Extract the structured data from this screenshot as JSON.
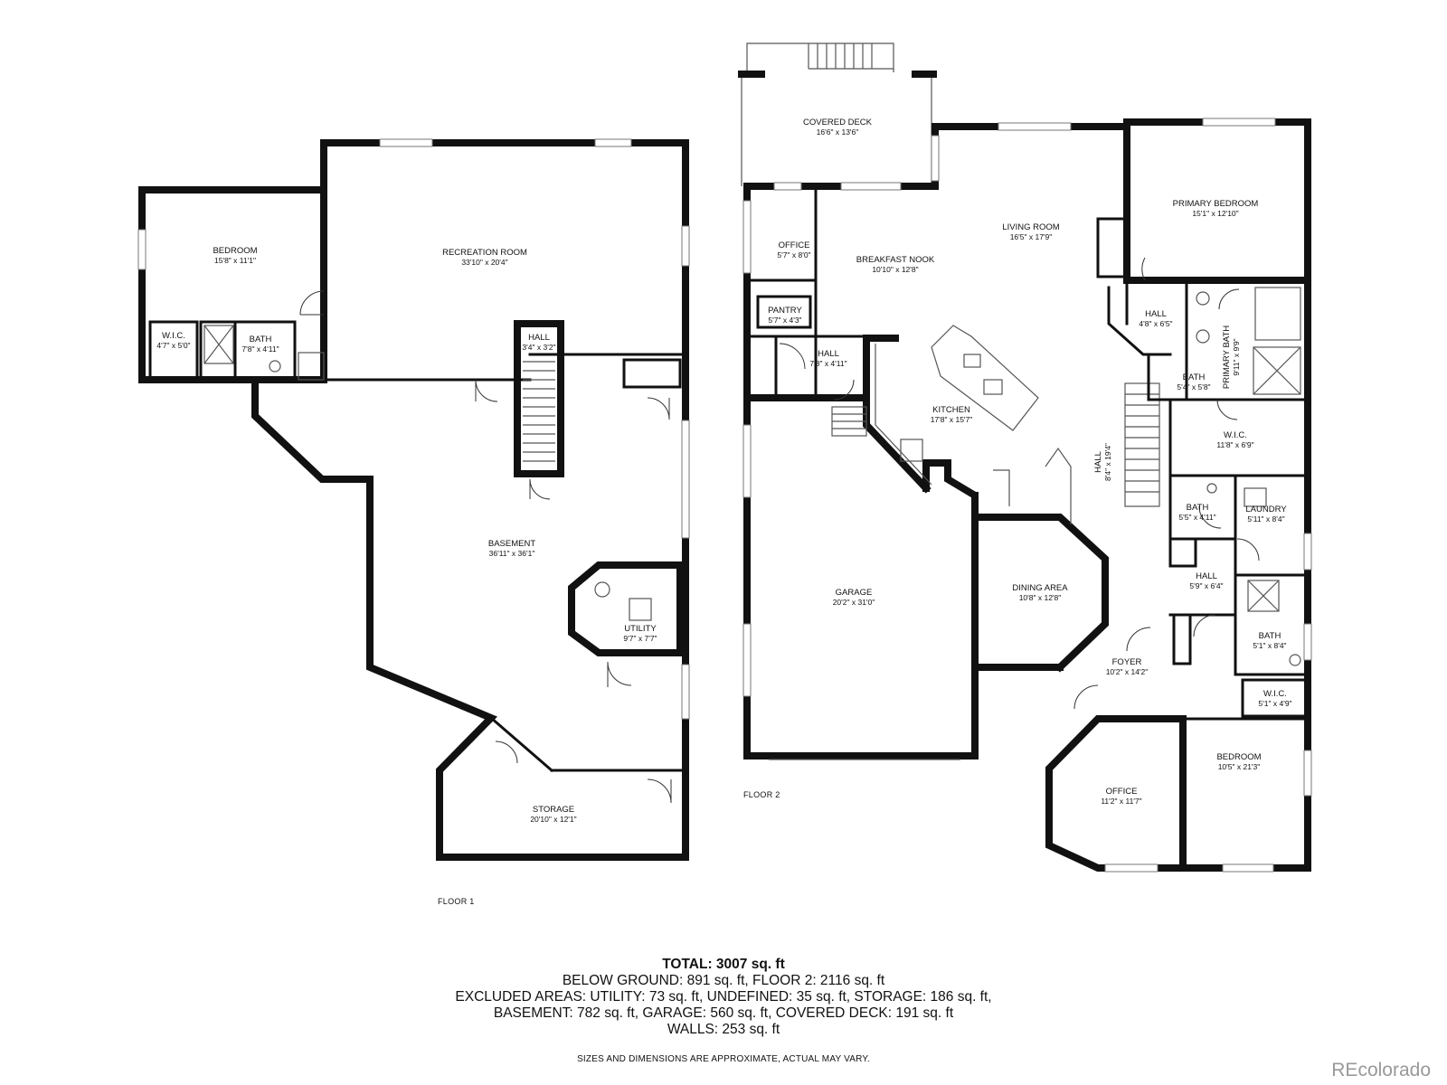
{
  "floor1": {
    "label": "FLOOR 1",
    "rooms": [
      {
        "name": "BEDROOM",
        "dims": "15'8\" x 11'1\""
      },
      {
        "name": "RECREATION ROOM",
        "dims": "33'10\" x 20'4\""
      },
      {
        "name": "W.I.C.",
        "dims": "4'7\" x 5'0\""
      },
      {
        "name": "BATH",
        "dims": "7'8\" x 4'11\""
      },
      {
        "name": "HALL",
        "dims": "3'4\" x 3'2\""
      },
      {
        "name": "BASEMENT",
        "dims": "36'11\" x 36'1\""
      },
      {
        "name": "UTILITY",
        "dims": "9'7\" x 7'7\""
      },
      {
        "name": "STORAGE",
        "dims": "20'10\" x 12'1\""
      }
    ]
  },
  "floor2": {
    "label": "FLOOR 2",
    "rooms": [
      {
        "name": "COVERED DECK",
        "dims": "16'6\" x 13'6\""
      },
      {
        "name": "OFFICE",
        "dims": "5'7\" x 8'0\""
      },
      {
        "name": "BREAKFAST NOOK",
        "dims": "10'10\" x 12'8\""
      },
      {
        "name": "LIVING ROOM",
        "dims": "16'5\" x 17'9\""
      },
      {
        "name": "PRIMARY BEDROOM",
        "dims": "15'1\" x 12'10\""
      },
      {
        "name": "PANTRY",
        "dims": "5'7\" x 4'3\""
      },
      {
        "name": "HALL",
        "dims": "7'8\" x 4'11\""
      },
      {
        "name": "HALL",
        "dims": "4'8\" x 6'5\""
      },
      {
        "name": "PRIMARY BATH",
        "dims": "9'11\" x 9'9\""
      },
      {
        "name": "BATH",
        "dims": "5'4\" x 5'8\""
      },
      {
        "name": "KITCHEN",
        "dims": "17'8\" x 15'7\""
      },
      {
        "name": "W.I.C.",
        "dims": "11'8\" x 6'9\""
      },
      {
        "name": "HALL",
        "dims": "8'4\" x 19'4\""
      },
      {
        "name": "BATH",
        "dims": "5'5\" x 4'11\""
      },
      {
        "name": "LAUNDRY",
        "dims": "5'11\" x 8'4\""
      },
      {
        "name": "GARAGE",
        "dims": "20'2\" x 31'0\""
      },
      {
        "name": "DINING AREA",
        "dims": "10'8\" x 12'8\""
      },
      {
        "name": "HALL",
        "dims": "5'9\" x 6'4\""
      },
      {
        "name": "BATH",
        "dims": "5'1\" x 8'4\""
      },
      {
        "name": "FOYER",
        "dims": "10'2\" x 14'2\""
      },
      {
        "name": "W.I.C.",
        "dims": "5'1\" x 4'9\""
      },
      {
        "name": "OFFICE",
        "dims": "11'2\" x 11'7\""
      },
      {
        "name": "BEDROOM",
        "dims": "10'5\" x 21'3\""
      }
    ]
  },
  "totals": {
    "total": "TOTAL: 3007 sq. ft",
    "line1": "BELOW GROUND: 891 sq. ft, FLOOR 2: 2116 sq. ft",
    "line2": "EXCLUDED AREAS: UTILITY: 73 sq. ft, UNDEFINED: 35 sq. ft, STORAGE: 186 sq. ft,",
    "line3": "BASEMENT: 782 sq. ft, GARAGE: 560 sq. ft, COVERED DECK: 191 sq. ft",
    "line4": "WALLS: 253 sq. ft"
  },
  "disclaimer": "SIZES AND DIMENSIONS ARE APPROXIMATE, ACTUAL MAY VARY.",
  "brand": "REcolorado"
}
